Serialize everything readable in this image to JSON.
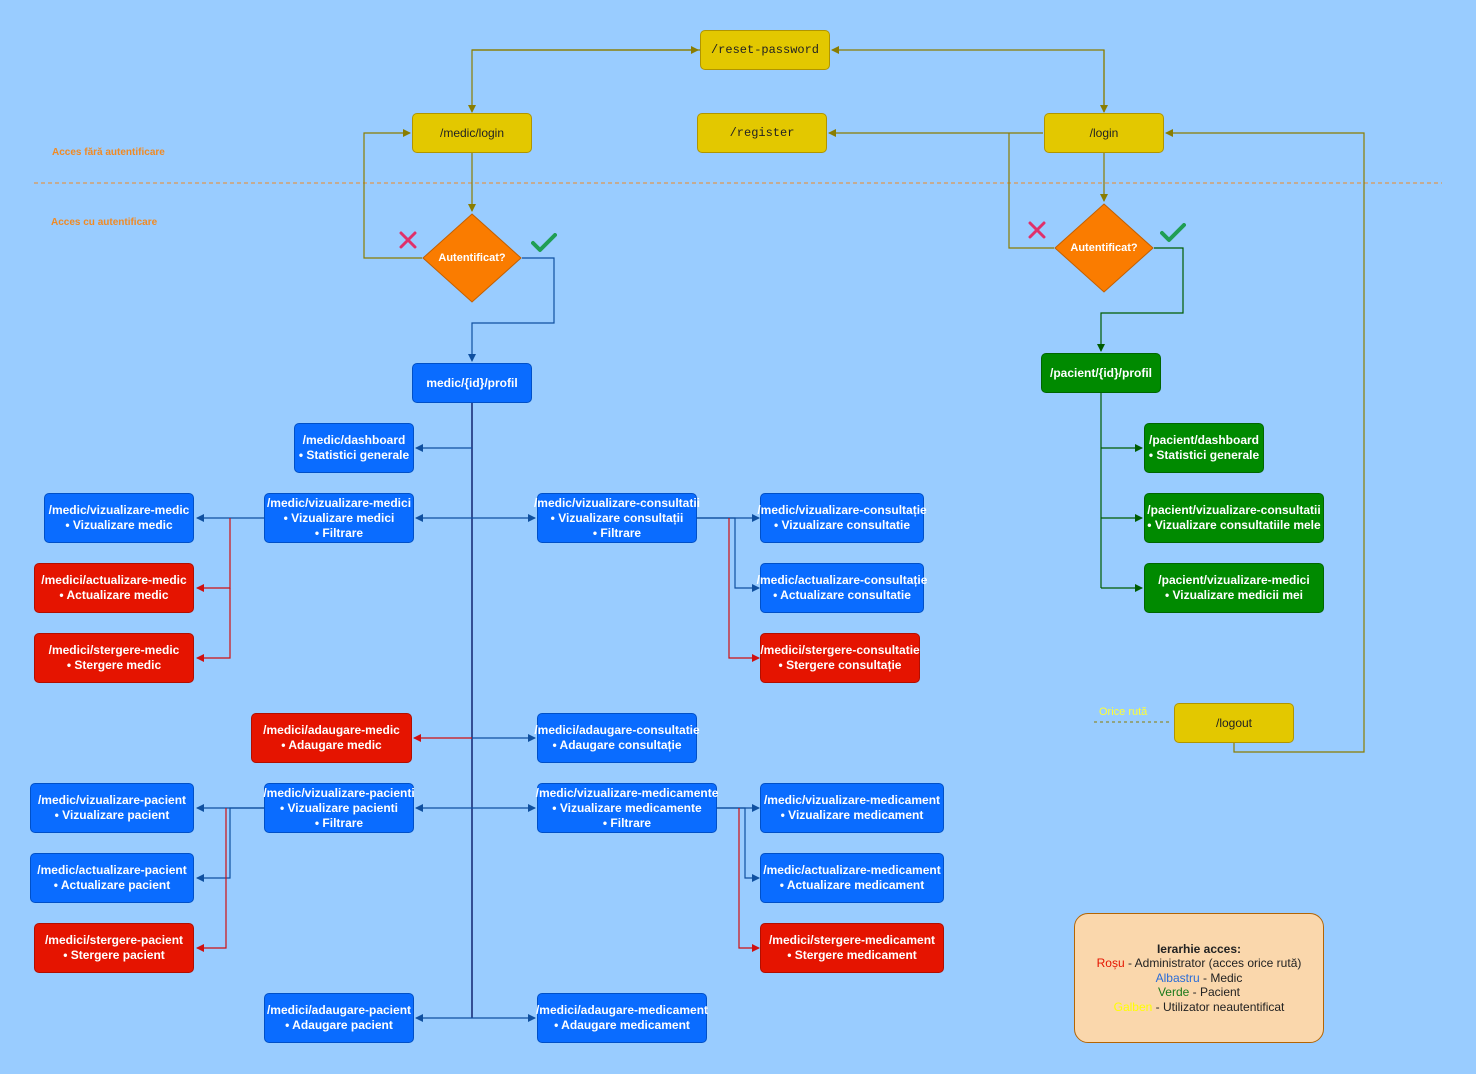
{
  "zones": {
    "public_label": "Acces fără autentificare",
    "auth_label": "Acces cu autentificare"
  },
  "nodes": {
    "reset_password": "/reset-password",
    "medic_login": "/medic/login",
    "register": "/register",
    "login": "/login",
    "decision_medic": "Autentificat?",
    "decision_pacient": "Autentificat?",
    "medic_profil": "medic/{id}/profil",
    "pacient_profil": "/pacient/{id}/profil",
    "logout": "/logout",
    "medic_dashboard": [
      "/medic/dashboard",
      "• Statistici generale"
    ],
    "medic_viz_medici": [
      "/medic/vizualizare-medici",
      "• Vizualizare medici",
      "• Filtrare"
    ],
    "medic_viz_medic": [
      "/medic/vizualizare-medic",
      "• Vizualizare medic"
    ],
    "medici_act_medic": [
      "/medici/actualizare-medic",
      "• Actualizare medic"
    ],
    "medici_sterg_medic": [
      "/medici/stergere-medic",
      "• Stergere medic"
    ],
    "medic_viz_consultatii": [
      "/medic/vizualizare-consultatii",
      "• Vizualizare consultații",
      "• Filtrare"
    ],
    "medic_viz_consultatie": [
      "/medic/vizualizare-consultație",
      "• Vizualizare consultatie"
    ],
    "medic_act_consultatie": [
      "/medic/actualizare-consultație",
      "• Actualizare consultatie"
    ],
    "medici_sterg_consultatie": [
      "/medici/stergere-consultatie",
      "• Stergere consultație"
    ],
    "medici_adaug_medic": [
      "/medici/adaugare-medic",
      "• Adaugare medic"
    ],
    "medici_adaug_consultatie": [
      "/medici/adaugare-consultatie",
      "• Adaugare consultație"
    ],
    "medic_viz_pacienti": [
      "/medic/vizualizare-pacienti",
      "• Vizualizare pacienti",
      "• Filtrare"
    ],
    "medic_viz_pacient": [
      "/medic/vizualizare-pacient",
      "• Vizualizare pacient"
    ],
    "medic_act_pacient": [
      "/medic/actualizare-pacient",
      "• Actualizare pacient"
    ],
    "medici_sterg_pacient": [
      "/medici/stergere-pacient",
      "• Stergere pacient"
    ],
    "medic_viz_medicamente": [
      "/medic/vizualizare-medicamente",
      "• Vizualizare medicamente",
      "• Filtrare"
    ],
    "medic_viz_medicament": [
      "/medic/vizualizare-medicament",
      "• Vizualizare medicament"
    ],
    "medic_act_medicament": [
      "/medic/actualizare-medicament",
      "• Actualizare medicament"
    ],
    "medici_sterg_medicament": [
      "/medici/stergere-medicament",
      "• Stergere medicament"
    ],
    "medici_adaug_pacient": [
      "/medici/adaugare-pacient",
      "• Adaugare pacient"
    ],
    "medici_adaug_medicament": [
      "/medici/adaugare-medicament",
      "• Adaugare medicament"
    ],
    "pacient_dashboard": [
      "/pacient/dashboard",
      "• Statistici generale"
    ],
    "pacient_viz_consultatii": [
      "/pacient/vizualizare-consultatii",
      "• Vizualizare consultatiile mele"
    ],
    "pacient_viz_medici": [
      "/pacient/vizualizare-medici",
      "• Vizualizare medicii mei"
    ]
  },
  "orice_ruta": "Orice rută",
  "legend": {
    "title": "Ierarhie acces:",
    "red_word": "Roșu",
    "red_desc": " - Administrator (acces orice rută)",
    "blue_word": "Albastru",
    "blue_desc": " - Medic",
    "green_word": "Verde",
    "green_desc": " - Pacient",
    "yellow_word": "Galben",
    "yellow_desc": " - Utilizator neautentificat"
  },
  "colors": {
    "background": "#99ccff",
    "yellow": "#e3c800",
    "blue": "#0a6cff",
    "red": "#e51400",
    "green": "#008a00",
    "decision": "#fa7c00",
    "legend_bg": "#fad7ac"
  },
  "icons": {
    "fail": "cross-icon",
    "success": "check-icon"
  }
}
